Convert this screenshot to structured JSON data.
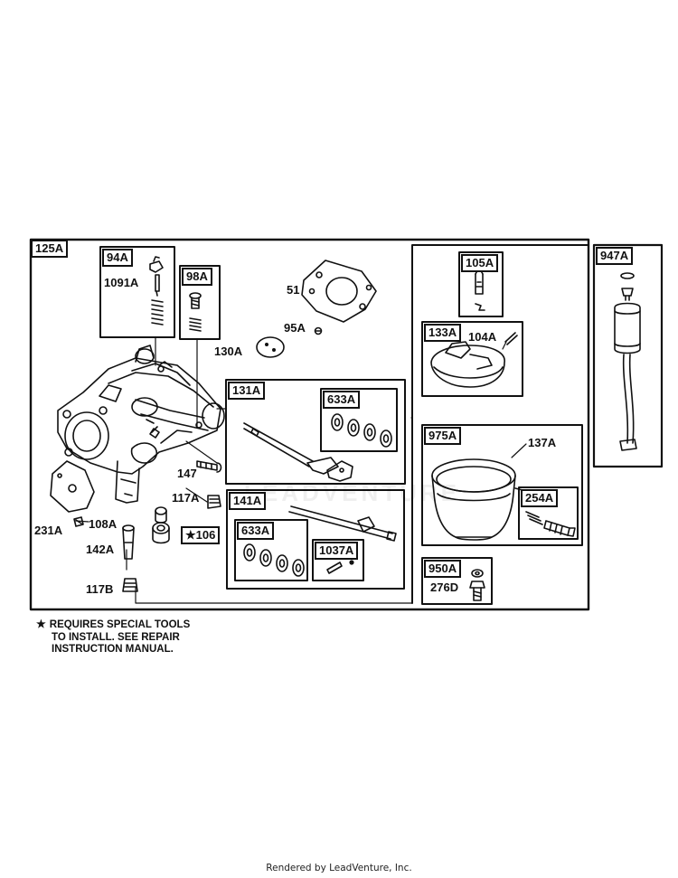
{
  "diagram": {
    "watermark": "LEADVENTURE",
    "labels": {
      "l125A": "125A",
      "l94A": "94A",
      "l1091A": "1091A",
      "l98A": "98A",
      "l51": "51",
      "l95A": "95A",
      "l130A": "130A",
      "l105A": "105A",
      "l133A": "133A",
      "l104A": "104A",
      "l947A": "947A",
      "l131A": "131A",
      "l633A_1": "633A",
      "l975A": "975A",
      "l137A": "137A",
      "l147": "147",
      "l117A": "117A",
      "l141A": "141A",
      "l254A": "254A",
      "l231A": "231A",
      "l108A": "108A",
      "l106": "106",
      "l633A_2": "633A",
      "l1037A": "1037A",
      "l142A": "142A",
      "l950A": "950A",
      "l276D": "276D",
      "l117B": "117B"
    },
    "star_symbol": "★",
    "note": {
      "line1": "REQUIRES SPECIAL TOOLS",
      "line2": "TO INSTALL.  SEE REPAIR",
      "line3": "INSTRUCTION MANUAL."
    }
  },
  "footer": "Rendered by LeadVenture, Inc."
}
